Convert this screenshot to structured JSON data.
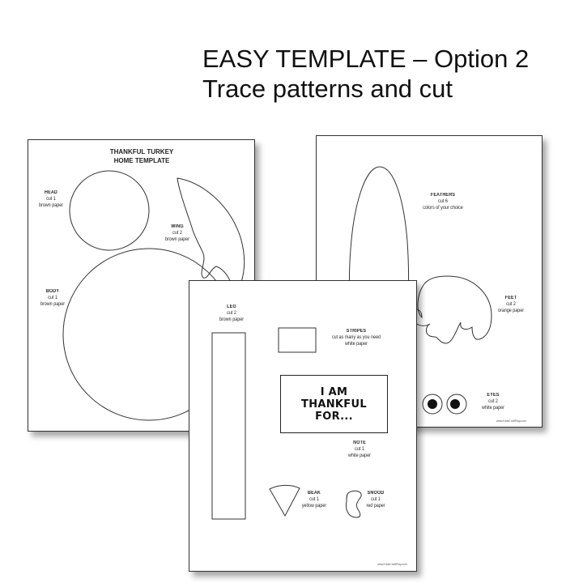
{
  "heading": {
    "line1": "EASY TEMPLATE – Option 2",
    "line2": "Trace patterns and cut"
  },
  "sheet_left": {
    "title_line1": "THANKFUL TURKEY",
    "title_line2": "HOME TEMPLATE",
    "head": {
      "name": "HEAD",
      "cut": "cut 1",
      "paper": "brown paper"
    },
    "wing": {
      "name": "WING",
      "cut": "cut 2",
      "paper": "brown paper"
    },
    "body": {
      "name": "BODY",
      "cut": "cut 1",
      "paper": "brown paper"
    }
  },
  "sheet_right": {
    "feathers": {
      "name": "FEATHERS",
      "cut": "cut 6",
      "paper": "colors of your choice"
    },
    "feet": {
      "name": "FEET",
      "cut": "cut 2",
      "paper": "orange paper"
    },
    "eyes": {
      "name": "EYES",
      "cut": "cut 2",
      "paper": "white paper"
    },
    "credit": "www.KidsCraftPlay.com"
  },
  "sheet_front": {
    "leg": {
      "name": "LEG",
      "cut": "cut 2",
      "paper": "brown paper"
    },
    "stripes": {
      "name": "STRIPES",
      "cut": "cut as many as you need",
      "paper": "white paper"
    },
    "note_text": [
      "I AM",
      "THANKFUL",
      "FOR..."
    ],
    "note": {
      "name": "NOTE",
      "cut": "cut 1",
      "paper": "white paper"
    },
    "beak": {
      "name": "BEAK",
      "cut": "cut 1",
      "paper": "yellow paper"
    },
    "snood": {
      "name": "SNOOD",
      "cut": "cut 1",
      "paper": "red paper"
    },
    "credit": "www.KidsCraftPlay.com"
  }
}
